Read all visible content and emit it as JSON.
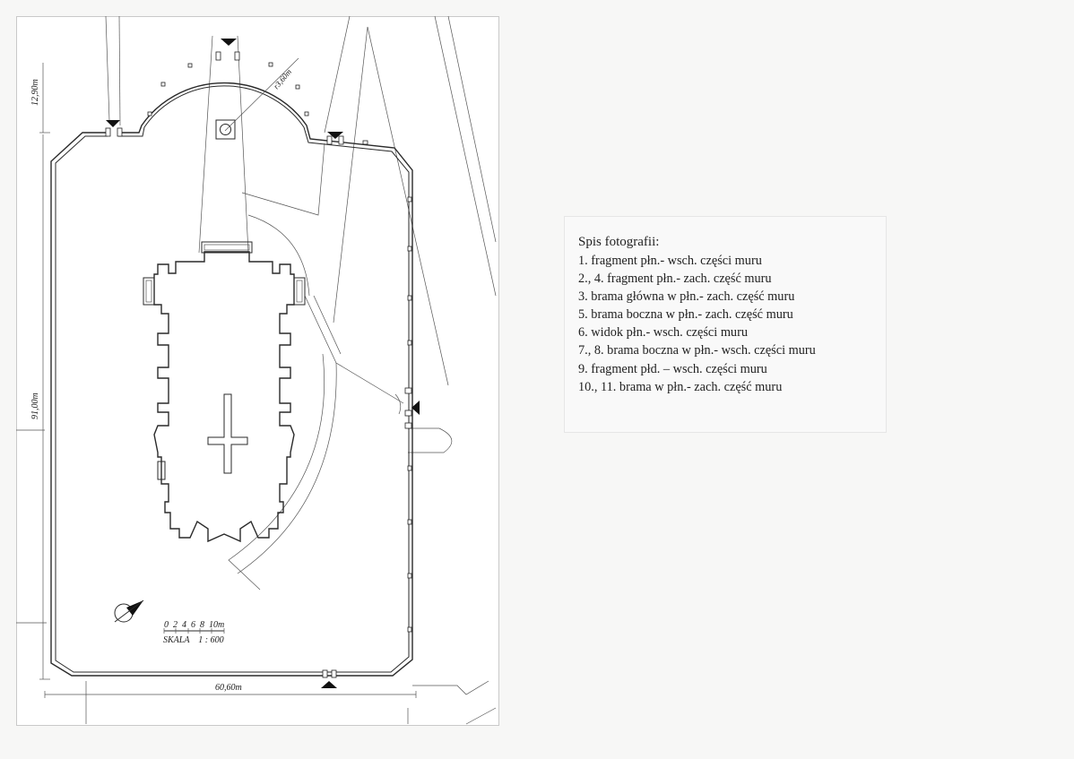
{
  "plan": {
    "dim_top_side": "12,90m",
    "dim_left_side": "91,00m",
    "dim_bottom": "60,60m",
    "dim_radius": "r3,60m",
    "scale_numbers": "0  2  4  6  8  10m",
    "scale_label": "SKALA    1 : 600",
    "north_arrow": "compass-north-arrow"
  },
  "legend": {
    "title": "Spis fotografii:",
    "items": [
      "1. fragment  płn.- wsch. części muru",
      "2., 4. fragment płn.- zach. część muru",
      "3. brama główna w płn.- zach. część muru",
      "5. brama boczna w płn.- zach. część muru",
      "6. widok płn.- wsch. części muru",
      "7., 8. brama boczna w płn.- wsch. części muru",
      "9.  fragment płd. – wsch. części muru",
      "10., 11. brama w płn.- zach. część muru"
    ]
  }
}
